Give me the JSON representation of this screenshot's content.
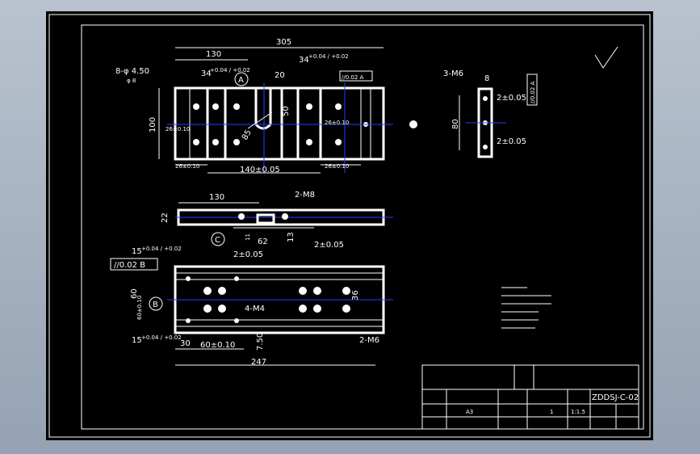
{
  "dims": {
    "top_overall": "305",
    "top_130": "130",
    "top_34a": "34",
    "top_34a_tol": "+0.04 / +0.02",
    "top_34b": "34",
    "top_34b_tol": "+0.04 / +0.02",
    "top_20": "20",
    "top_50": "50",
    "top_85": "85",
    "top_100": "100",
    "top_26a": "26±0.10",
    "top_26b": "26±0.10",
    "top_26c": "26±0.10",
    "top_26d": "26±0.10",
    "top_140": "140±0.05",
    "holes": "8-φ 4.50",
    "holes_sub": "φ 8",
    "tol_frame_top": "//0.02 A",
    "circle_a": "A",
    "side_130": "130",
    "side_m8": "2-M8",
    "side_22": "22",
    "side_62": "62",
    "side_13": "13",
    "side_11": "11",
    "side_2a": "2±0.05",
    "side_2b": "2±0.05",
    "circle_c": "C",
    "bot_15a": "15",
    "bot_15a_tol": "+0.04 / +0.02",
    "bot_15b": "15",
    "bot_15b_tol": "+0.04 / +0.02",
    "tol_frame_b": "//0.02 B",
    "bot_60": "60",
    "bot_60b": "60±0.10",
    "bot_60c": "60±0.10",
    "bot_m4": "4-M4",
    "bot_36": "36",
    "bot_m6": "2-M6",
    "bot_30": "30",
    "bot_7_50": "7.50",
    "bot_247": "247",
    "circle_b": "B",
    "r_m6": "3-M6",
    "r_8": "8",
    "r_80": "80",
    "r_2a": "2±0.05",
    "r_2b": "2±0.05",
    "r_tol": "//0.02 A"
  },
  "title_block": {
    "drawing_no": "ZDDSJ-C-02",
    "size": "A3",
    "qty": "1",
    "scale": "1:1.5"
  }
}
